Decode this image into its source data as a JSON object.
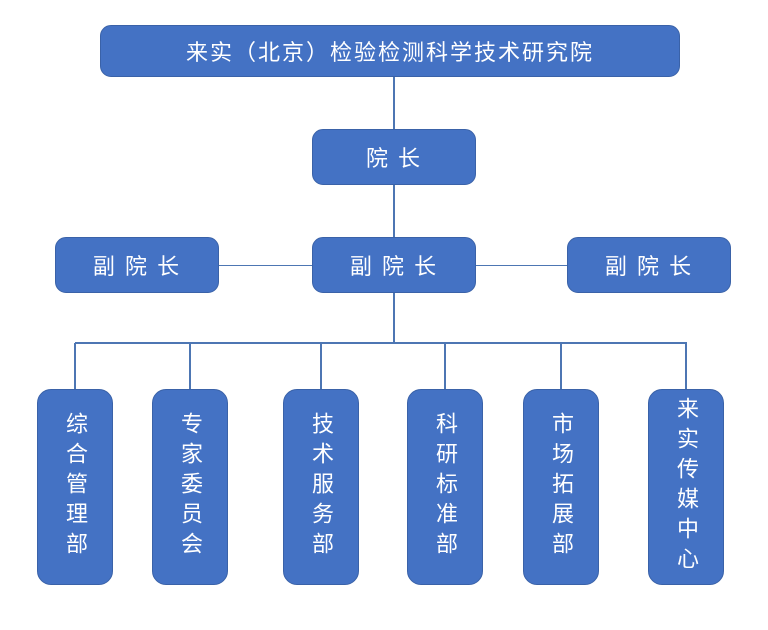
{
  "colors": {
    "box_fill": "#4472C4",
    "box_border": "#3a62a8",
    "connector": "#4d76b3",
    "text": "#ffffff",
    "background": "#ffffff"
  },
  "org_chart": {
    "root": {
      "label": "来实（北京）检验检测科学技术研究院"
    },
    "president": {
      "label": "院 长"
    },
    "vice_presidents": [
      {
        "label": "副 院 长"
      },
      {
        "label": "副 院 长"
      },
      {
        "label": "副 院 长"
      }
    ],
    "departments": [
      {
        "label": "综合管理部"
      },
      {
        "label": "专家委员会"
      },
      {
        "label": "技术服务部"
      },
      {
        "label": "科研标准部"
      },
      {
        "label": "市场拓展部"
      },
      {
        "label": "来实传媒中心"
      }
    ]
  }
}
